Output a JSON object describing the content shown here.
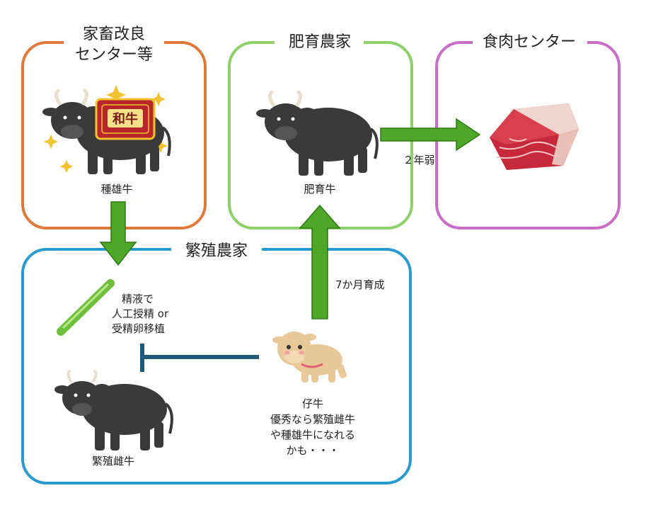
{
  "boxes": {
    "breeding_center": {
      "title_line1": "家畜改良",
      "title_line2": "センター等",
      "color": "#e07a3c"
    },
    "fattening_farm": {
      "title": "肥育農家",
      "color": "#8fd06a"
    },
    "meat_center": {
      "title": "食肉センター",
      "color": "#c86ec8"
    },
    "breeding_farm": {
      "title": "繁殖農家",
      "color": "#2a9bd0"
    }
  },
  "labels": {
    "breeding_bull": "種雄牛",
    "fattening_cattle": "肥育牛",
    "time_to_slaughter": "２年弱",
    "raising_period": "7か月育成",
    "semen_line1": "精液で",
    "semen_line2": "人工授精 or",
    "semen_line3": "受精卵移植",
    "calf_line1": "仔牛",
    "calf_line2": "優秀なら繁殖雌牛",
    "calf_line3": "や種雄牛になれる",
    "calf_line4": "かも・・・",
    "breeding_cow": "繁殖雌牛",
    "wagyu_blanket": "和牛"
  },
  "icons": {
    "breeding_bull": "wagyu-bull-icon",
    "fattening_cattle": "black-cattle-icon",
    "meat": "raw-beef-icon",
    "semen": "semen-straw-icon",
    "calf": "calf-icon",
    "breeding_cow": "black-cow-icon"
  },
  "colors": {
    "flow_arrow": "#4fa628",
    "feedback_arrow": "#1f5a78",
    "cattle": "#3a3a3a",
    "blanket": "#b8252a",
    "sparkle": "#f2c230",
    "meat": "#c62a3a",
    "fat": "#f1d6d0",
    "calf": "#e9c89a"
  }
}
